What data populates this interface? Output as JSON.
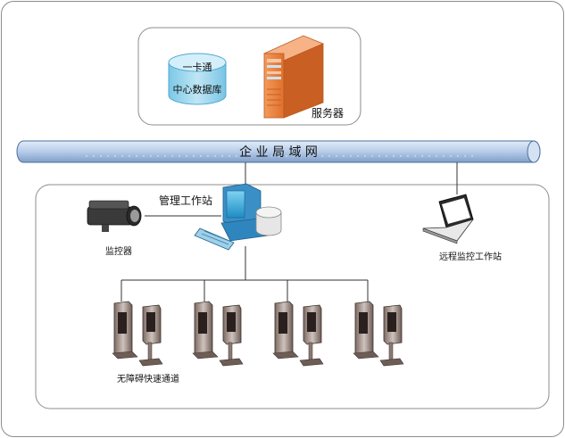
{
  "db": {
    "line1": "一卡通",
    "line2": "中心数据库"
  },
  "server": {
    "label": "服务器"
  },
  "lan": {
    "label": "企 业 局 域 网"
  },
  "management": {
    "label": "管理工作站"
  },
  "camera": {
    "label": "监控器"
  },
  "remote": {
    "label": "远程监控工作站"
  },
  "gates": {
    "label": "无障碍快速通道",
    "count": 4
  },
  "colors": {
    "lan_fill": "#b9cfe9",
    "lan_stroke": "#4e6f9e",
    "db_fill": "#a8dbef",
    "server_orange": "#ea7a38",
    "gate_dark": "#5a4a44",
    "gate_light": "#b9aaa4"
  }
}
